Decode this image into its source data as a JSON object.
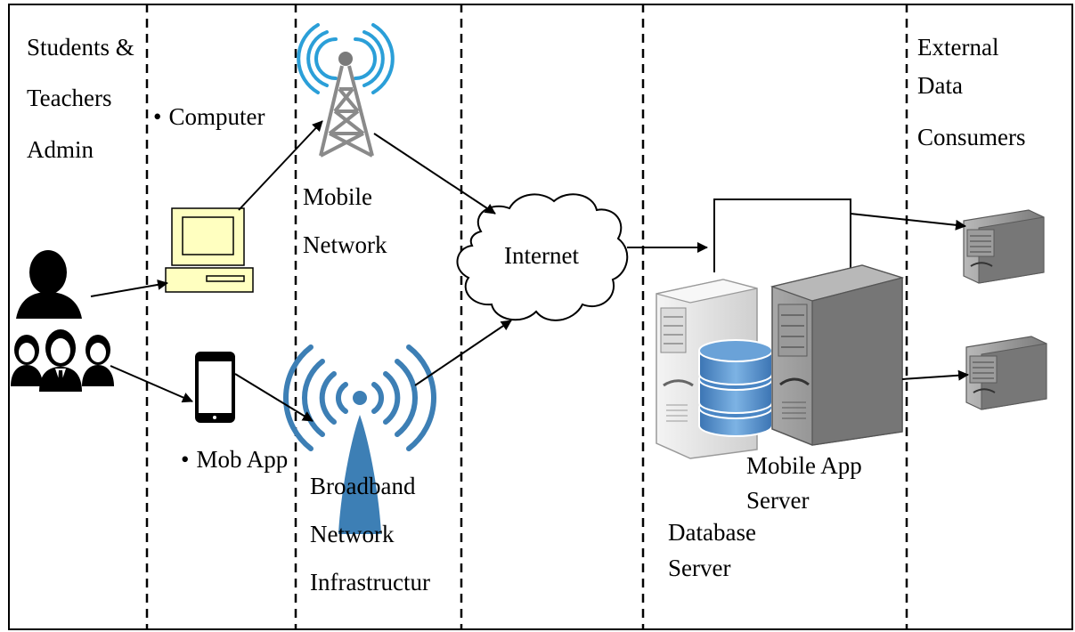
{
  "lanes": {
    "users": {
      "line1": "Students &",
      "line2": "Teachers",
      "line3": "Admin"
    },
    "devices": {
      "computer": "Computer",
      "mob_app": "Mob App"
    },
    "networks": {
      "mobile_line1": "Mobile",
      "mobile_line2": "Network",
      "broadband_line1": "Broadband",
      "broadband_line2": "Network",
      "broadband_line3": "Infrastructur"
    },
    "internet": {
      "label": "Internet"
    },
    "servers": {
      "mobile_app_line1": "Mobile App",
      "mobile_app_line2": "Server",
      "database_line1": "Database",
      "database_line2": "Server"
    },
    "consumers": {
      "line1": "External",
      "line2": "Data",
      "line3": "Consumers"
    }
  },
  "colors": {
    "tower_blue": "#3d7fb5",
    "tower_gray": "#8a8a8a",
    "computer_fill": "#ffffc0",
    "db_blue": "#4a86c5",
    "server_light": "#e6e6e6",
    "server_dark": "#8c8c8c"
  }
}
